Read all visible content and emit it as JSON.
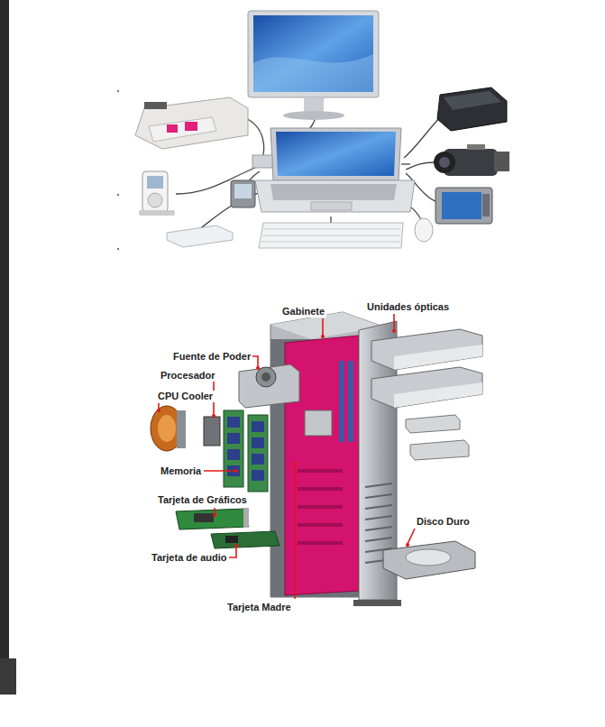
{
  "diagram": {
    "labels": [
      "Gabinete",
      "Unidades ópticas",
      "Fuente de Poder",
      "Procesador",
      "CPU Cooler",
      "Memoria",
      "Tarjeta de Gráficos",
      "Tarjeta de audio",
      "Disco Duro",
      "Tarjeta Madre"
    ]
  }
}
